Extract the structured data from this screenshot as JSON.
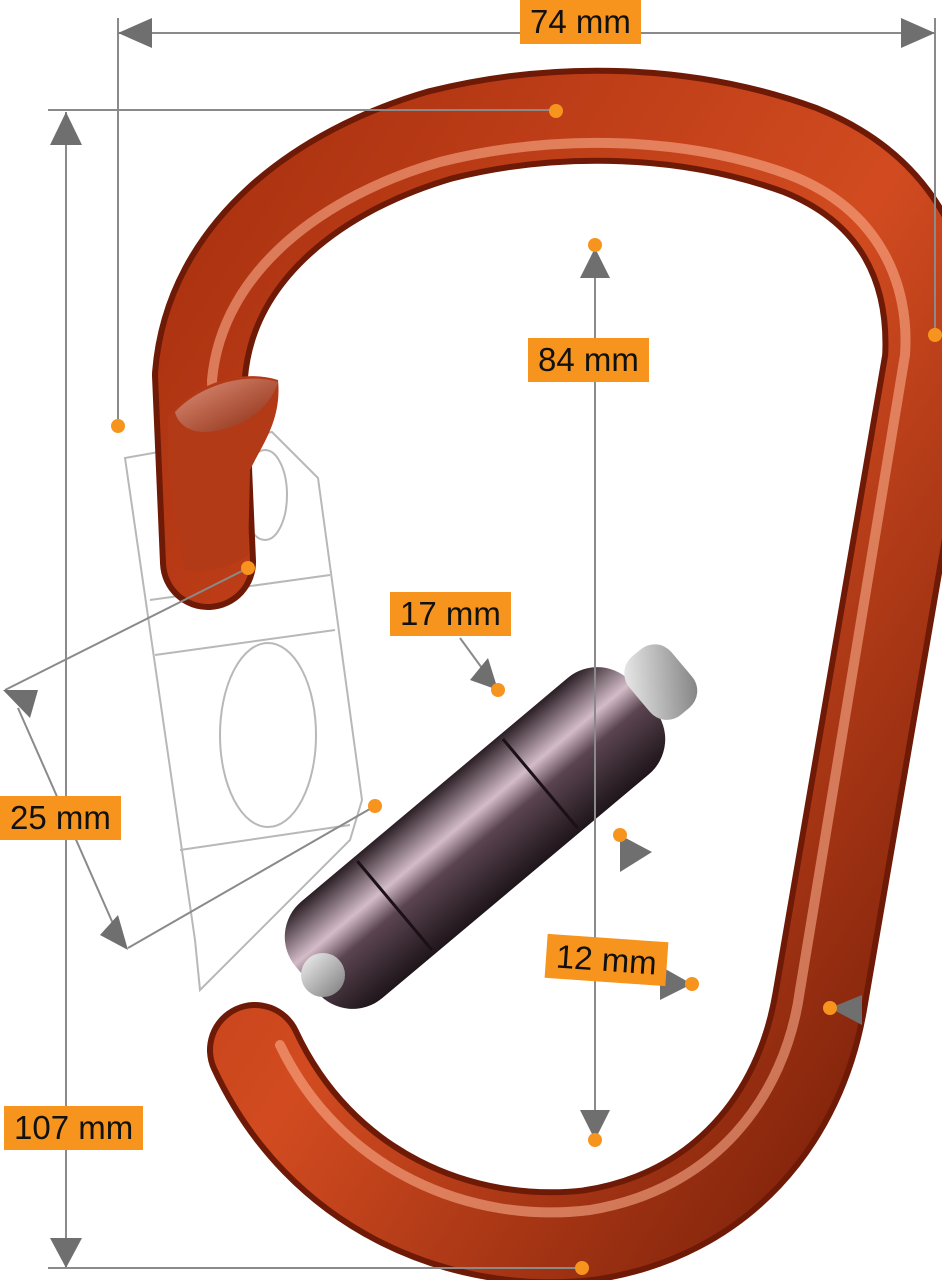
{
  "colors": {
    "body": "#c9431c",
    "body_dark": "#7a1e08",
    "body_light": "#ffb494",
    "sleeve": "#3a2a33",
    "sleeve_light": "#c9aebd",
    "dimension_line": "#8a8a8a",
    "marker": "#f7941d",
    "label_bg": "#f7941d"
  },
  "dimensions": {
    "overall_width": "74 mm",
    "overall_length": "107 mm",
    "inner_length": "84 mm",
    "gate_opening": "25 mm",
    "sleeve_diameter": "17 mm",
    "bar_diameter": "12 mm"
  }
}
